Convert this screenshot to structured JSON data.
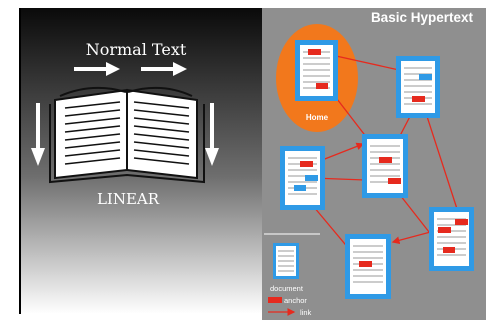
{
  "left_panel": {
    "title": "Normal Text",
    "caption": "LINEAR"
  },
  "right_panel": {
    "title": "Basic Hypertext",
    "home_label": "Home",
    "legend": {
      "document_label": "document",
      "anchor_label": "anchor",
      "link_label": "link"
    }
  },
  "colors": {
    "anchor": "#e62a1e",
    "link": "#e62a1e",
    "document_frame": "#2f9ae6",
    "home_bubble": "#f2781c",
    "right_background": "#8f8f8f",
    "left_gradient_top": "#0a0a0a",
    "left_gradient_bottom": "#ffffff"
  },
  "icons": {
    "book": "open-book-icon",
    "arrow_right": "arrow-right-icon",
    "arrow_down": "arrow-down-icon"
  }
}
